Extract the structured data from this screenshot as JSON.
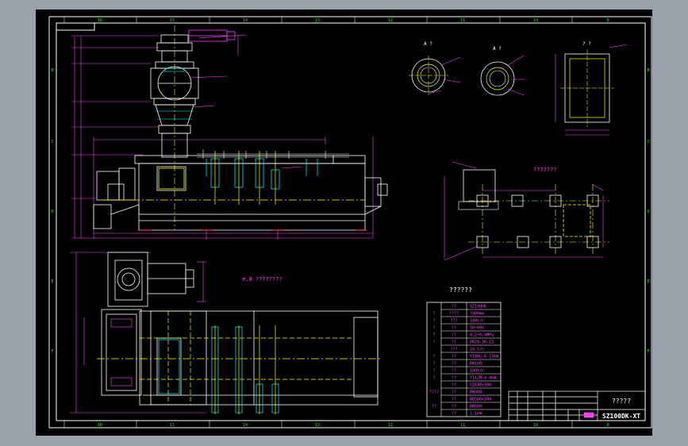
{
  "colors": {
    "background": "#000000",
    "window_bg": "#9aa3ab",
    "frame": "#ffffff",
    "geometry": "#ffffff",
    "dimension": "#ff40ff",
    "centerline": "#ffff00",
    "accent": "#00ffff",
    "table_text": "#ff40ff"
  },
  "zone_numbers": {
    "top": [
      "16",
      "15",
      "14",
      "13",
      "12",
      "11",
      "10",
      "9"
    ],
    "bottom": [
      "16",
      "15",
      "14",
      "13",
      "12",
      "11",
      "10",
      "9"
    ],
    "left": [
      "B",
      "C",
      "D",
      "E",
      "F"
    ],
    "right": [
      "B",
      "C",
      "D",
      "E",
      "F"
    ]
  },
  "labels": {
    "plan_view_note": "e.0 ????????",
    "spec_table_heading": "??????",
    "foundation_heading": "???????",
    "view_a": "A ?",
    "view_b": "A ?",
    "view_c": "? ?"
  },
  "spec_table": {
    "rows": [
      {
        "group": "",
        "key": "??",
        "value": "SZ100DK"
      },
      {
        "group": "?",
        "key": "????",
        "value": "?800mm"
      },
      {
        "group": "?",
        "key": "???",
        "value": "100t/h"
      },
      {
        "group": "?",
        "key": "??",
        "value": "50~90%"
      },
      {
        "group": "?",
        "key": "??",
        "value": "0.2~0.4MPa"
      },
      {
        "group": "?",
        "key": "??",
        "value": "PR20-30-15"
      },
      {
        "group": "",
        "key": "???",
        "value": "24 t/h"
      },
      {
        "group": "?",
        "key": "??",
        "value": "Y180L-6 15kW"
      },
      {
        "group": "?",
        "key": "??",
        "value": "DN100"
      },
      {
        "group": "?",
        "key": "??",
        "value": "100t/h"
      },
      {
        "group": "?",
        "key": "??",
        "value": "Y112M-4 4kW"
      },
      {
        "group": "",
        "key": "??",
        "value": "CZ630x300"
      },
      {
        "group": "????",
        "key": "??",
        "value": "DN300"
      },
      {
        "group": "",
        "key": "??",
        "value": "DB500x300"
      },
      {
        "group": "??",
        "key": "??",
        "value": "DN500"
      },
      {
        "group": "",
        "key": "??",
        "value": "1.1kW"
      }
    ]
  },
  "title_block": {
    "title": "?????",
    "drawing_number": "SZ100DK-XT"
  }
}
